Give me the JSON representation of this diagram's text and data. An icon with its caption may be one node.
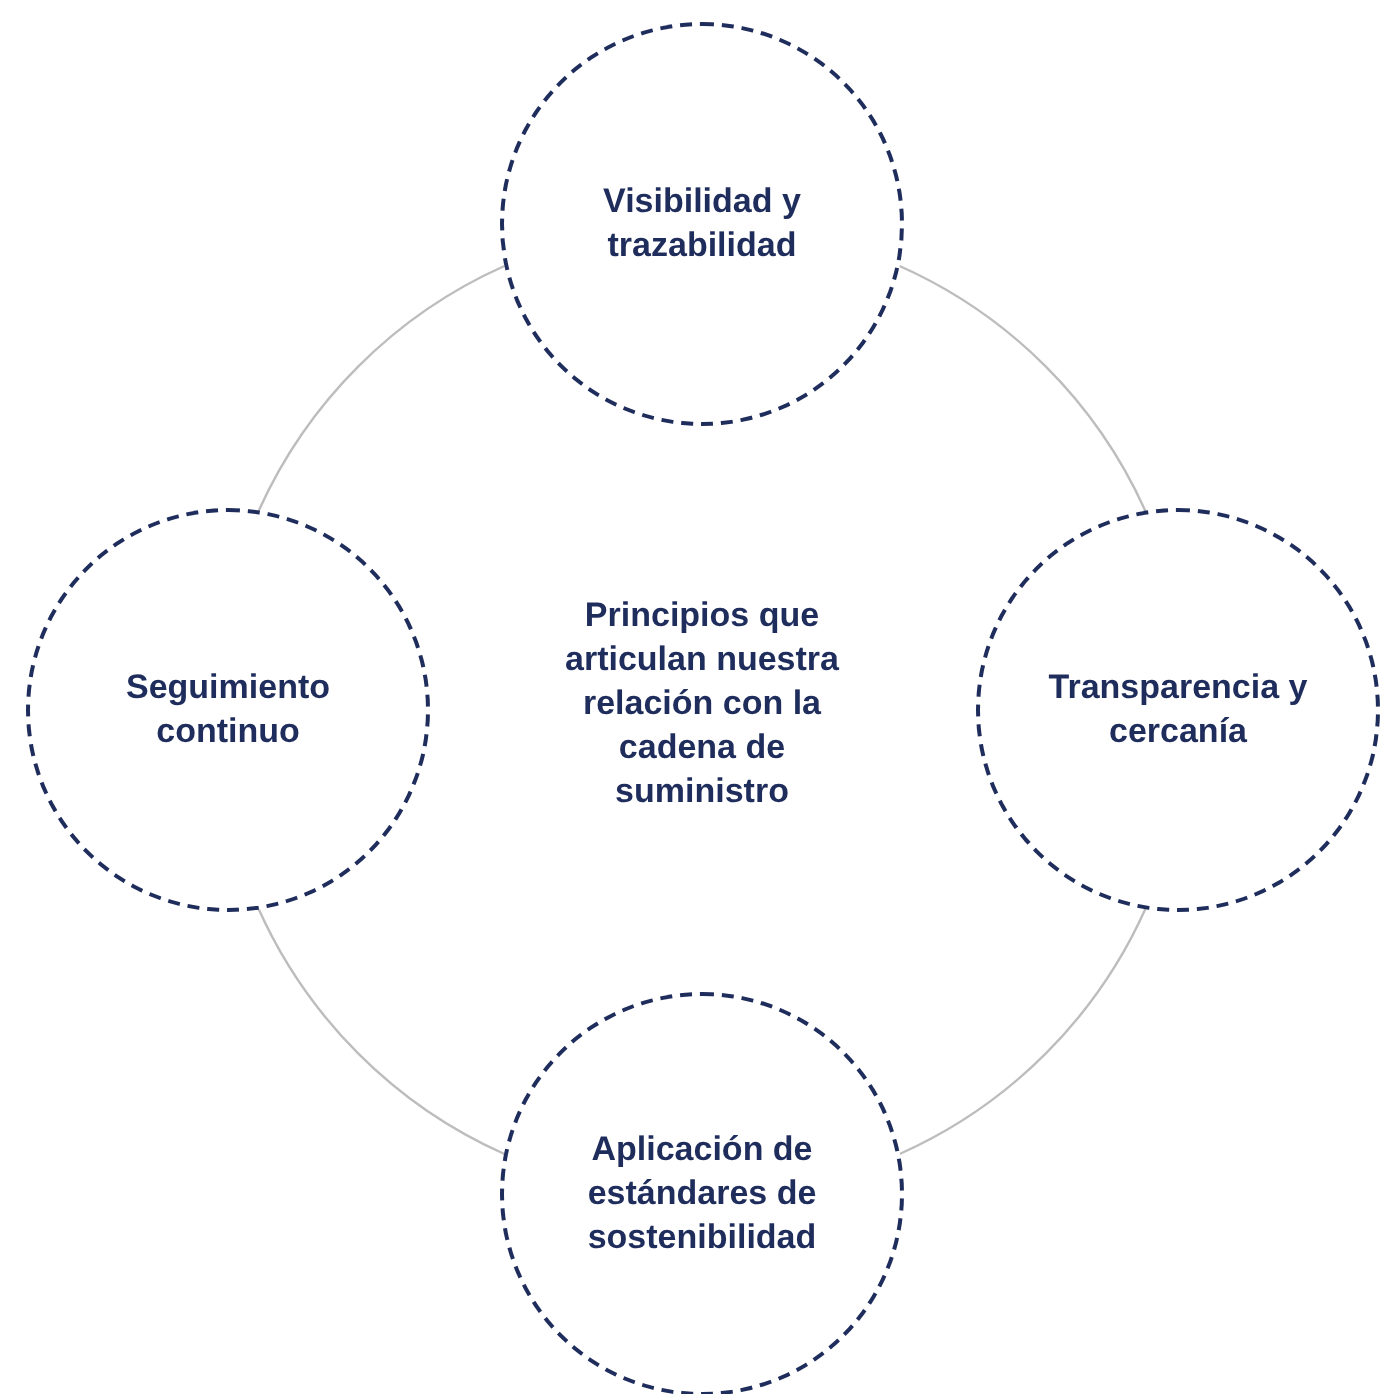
{
  "diagram": {
    "nodes": [
      {
        "text": [
          "Visibilidad y trazabilidad"
        ]
      },
      {
        "text": [
          "Seguimiento continuo"
        ]
      },
      {
        "text": [
          "Transparencia y cercanía"
        ]
      },
      {
        "text": [
          "Aplicación de estándares de sostenibilidad"
        ]
      }
    ],
    "edges": [
      {
        "from": 0,
        "to": 2,
        "arrow": "none"
      },
      {
        "from": 2,
        "to": 3,
        "arrow": "none"
      },
      {
        "from": 3,
        "to": 1,
        "arrow": "none"
      },
      {
        "from": 1,
        "to": 0,
        "arrow": "none"
      }
    ],
    "labels": [
      "Principios que articulan nuestra relación con la cadena de suministro"
    ]
  }
}
